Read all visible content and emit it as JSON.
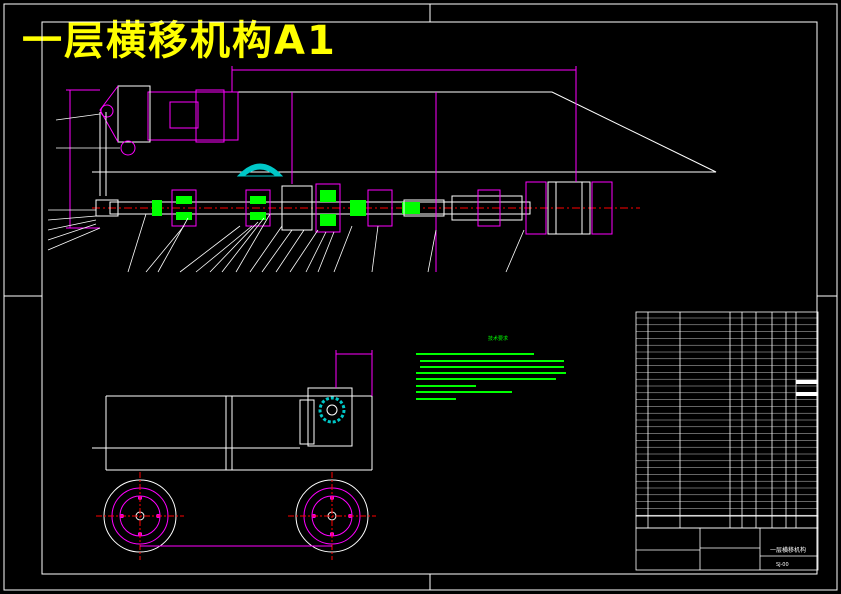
{
  "drawing": {
    "title": "一层横移机构A1",
    "sheet_name": "一层横移机构",
    "drawing_number": "SJ-00"
  },
  "colors": {
    "background": "#000000",
    "title": "#ffff00",
    "outline": "#ffffff",
    "part": "#ff00ff",
    "dimension": "#00ffff",
    "hatch": "#00ff00",
    "notes": "#00ff00",
    "center": "#ff0000",
    "gear": "#00c8c8"
  },
  "tech_requirements": {
    "heading": "技术要求"
  }
}
